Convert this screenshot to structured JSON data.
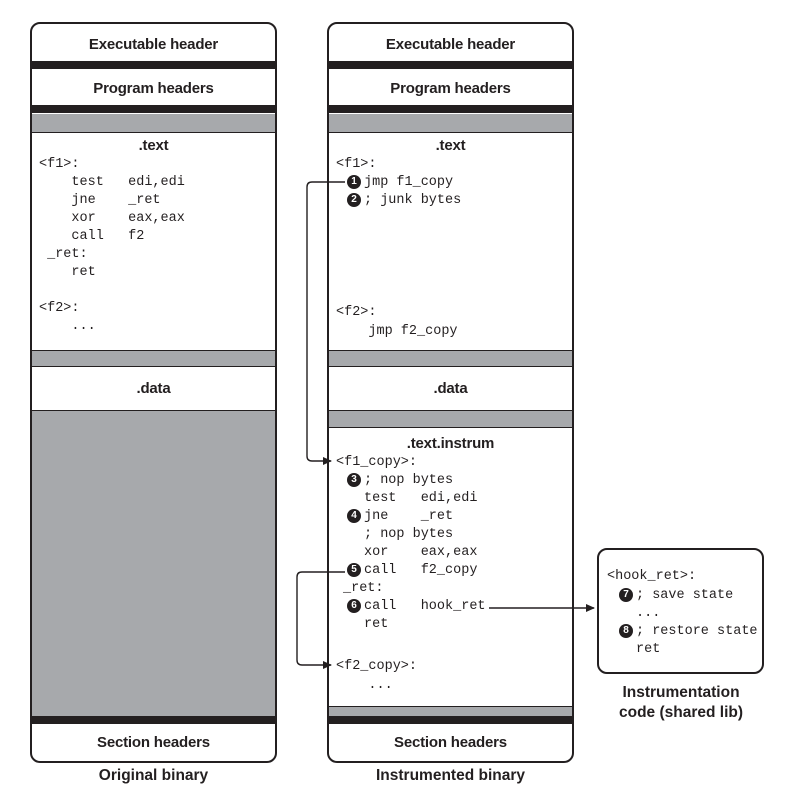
{
  "original": {
    "caption": "Original binary",
    "executable_header": "Executable header",
    "program_headers": "Program headers",
    "text_title": ".text",
    "code": [
      "<f1>:",
      "    test   edi,edi",
      "    jne    _ret",
      "    xor    eax,eax",
      "    call   f2",
      " _ret:",
      "    ret",
      "",
      "<f2>:",
      "    ..."
    ],
    "data_title": ".data",
    "section_headers": "Section headers"
  },
  "instrumented": {
    "caption": "Instrumented binary",
    "executable_header": "Executable header",
    "program_headers": "Program headers",
    "text_title": ".text",
    "f1_label": "<f1>:",
    "f1_lines": [
      {
        "marker": "1",
        "text": "jmp f1_copy"
      },
      {
        "marker": "2",
        "text": "; junk bytes"
      }
    ],
    "f2_label": "<f2>:",
    "f2_line": "    jmp f2_copy",
    "data_title": ".data",
    "instrum_title": ".text.instrum",
    "f1_copy_label": "<f1_copy>:",
    "instrum_lines": [
      {
        "marker": "3",
        "text": "; nop bytes"
      },
      {
        "marker": "",
        "text": "test   edi,edi"
      },
      {
        "marker": "4",
        "text": "jne    _ret"
      },
      {
        "marker": "",
        "text": "; nop bytes"
      },
      {
        "marker": "",
        "text": "xor    eax,eax"
      },
      {
        "marker": "5",
        "text": "call   f2_copy"
      },
      {
        "marker": "",
        "text": "_ret:",
        "outdent": true
      },
      {
        "marker": "6",
        "text": "call   hook_ret"
      },
      {
        "marker": "",
        "text": "ret"
      }
    ],
    "f2_copy_label": "<f2_copy>:",
    "f2_copy_line": "    ...",
    "section_headers": "Section headers"
  },
  "hook": {
    "label": "<hook_ret>:",
    "lines": [
      {
        "marker": "7",
        "text": "; save state"
      },
      {
        "marker": "",
        "text": "..."
      },
      {
        "marker": "8",
        "text": "; restore state"
      },
      {
        "marker": "",
        "text": "ret"
      }
    ],
    "caption": "Instrumentation\ncode (shared lib)"
  }
}
